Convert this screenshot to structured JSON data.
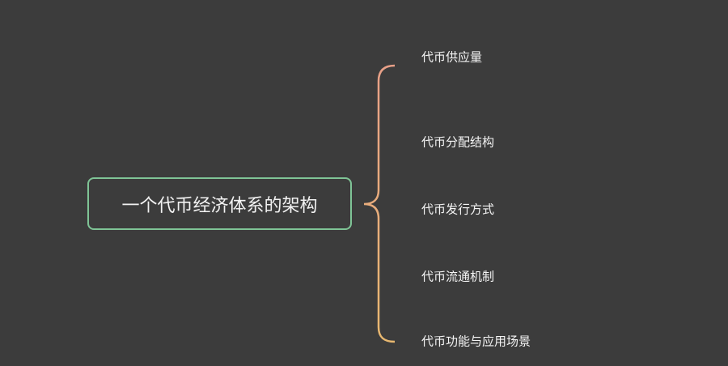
{
  "root": {
    "label": "一个代币经济体系的架构"
  },
  "branches": [
    {
      "label": "代币供应量"
    },
    {
      "label": "代币分配结构"
    },
    {
      "label": "代币发行方式"
    },
    {
      "label": "代币流通机制"
    },
    {
      "label": "代币功能与应用场景"
    }
  ],
  "colors": {
    "background": "#3c3c3c",
    "root_border": "#7fc496",
    "bracket_top": "#e8a088",
    "bracket_bottom": "#e8b870"
  }
}
